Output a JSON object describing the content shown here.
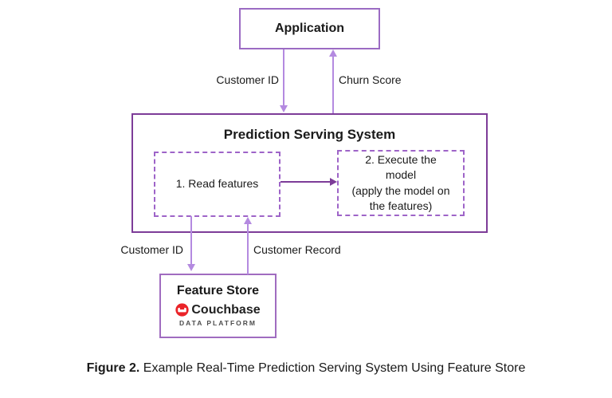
{
  "diagram": {
    "application": {
      "label": "Application"
    },
    "prediction_system": {
      "title": "Prediction Serving System",
      "step1_label": "1. Read features",
      "step2_label": "2. Execute the\nmodel\n(apply the model on\nthe features)"
    },
    "feature_store": {
      "title": "Feature Store",
      "vendor": "Couchbase",
      "vendor_subtitle": "DATA PLATFORM"
    },
    "edges": {
      "app_to_system": "Customer ID",
      "system_to_app": "Churn Score",
      "system_to_store": "Customer ID",
      "store_to_system": "Customer Record"
    }
  },
  "caption": {
    "label": "Figure 2.",
    "text": "Example Real-Time Prediction Serving System Using Feature Store"
  },
  "colors": {
    "outer_box_border": "#7d3c98",
    "application_box_border": "#9b6bc3",
    "feature_store_box_border": "#a06cc0",
    "dashed_box_border": "#9e64c8",
    "arrow_light": "#b48ae0",
    "arrow_dark": "#7d3c98",
    "couchbase_red": "#ea2328",
    "text": "#1a1a1a"
  }
}
